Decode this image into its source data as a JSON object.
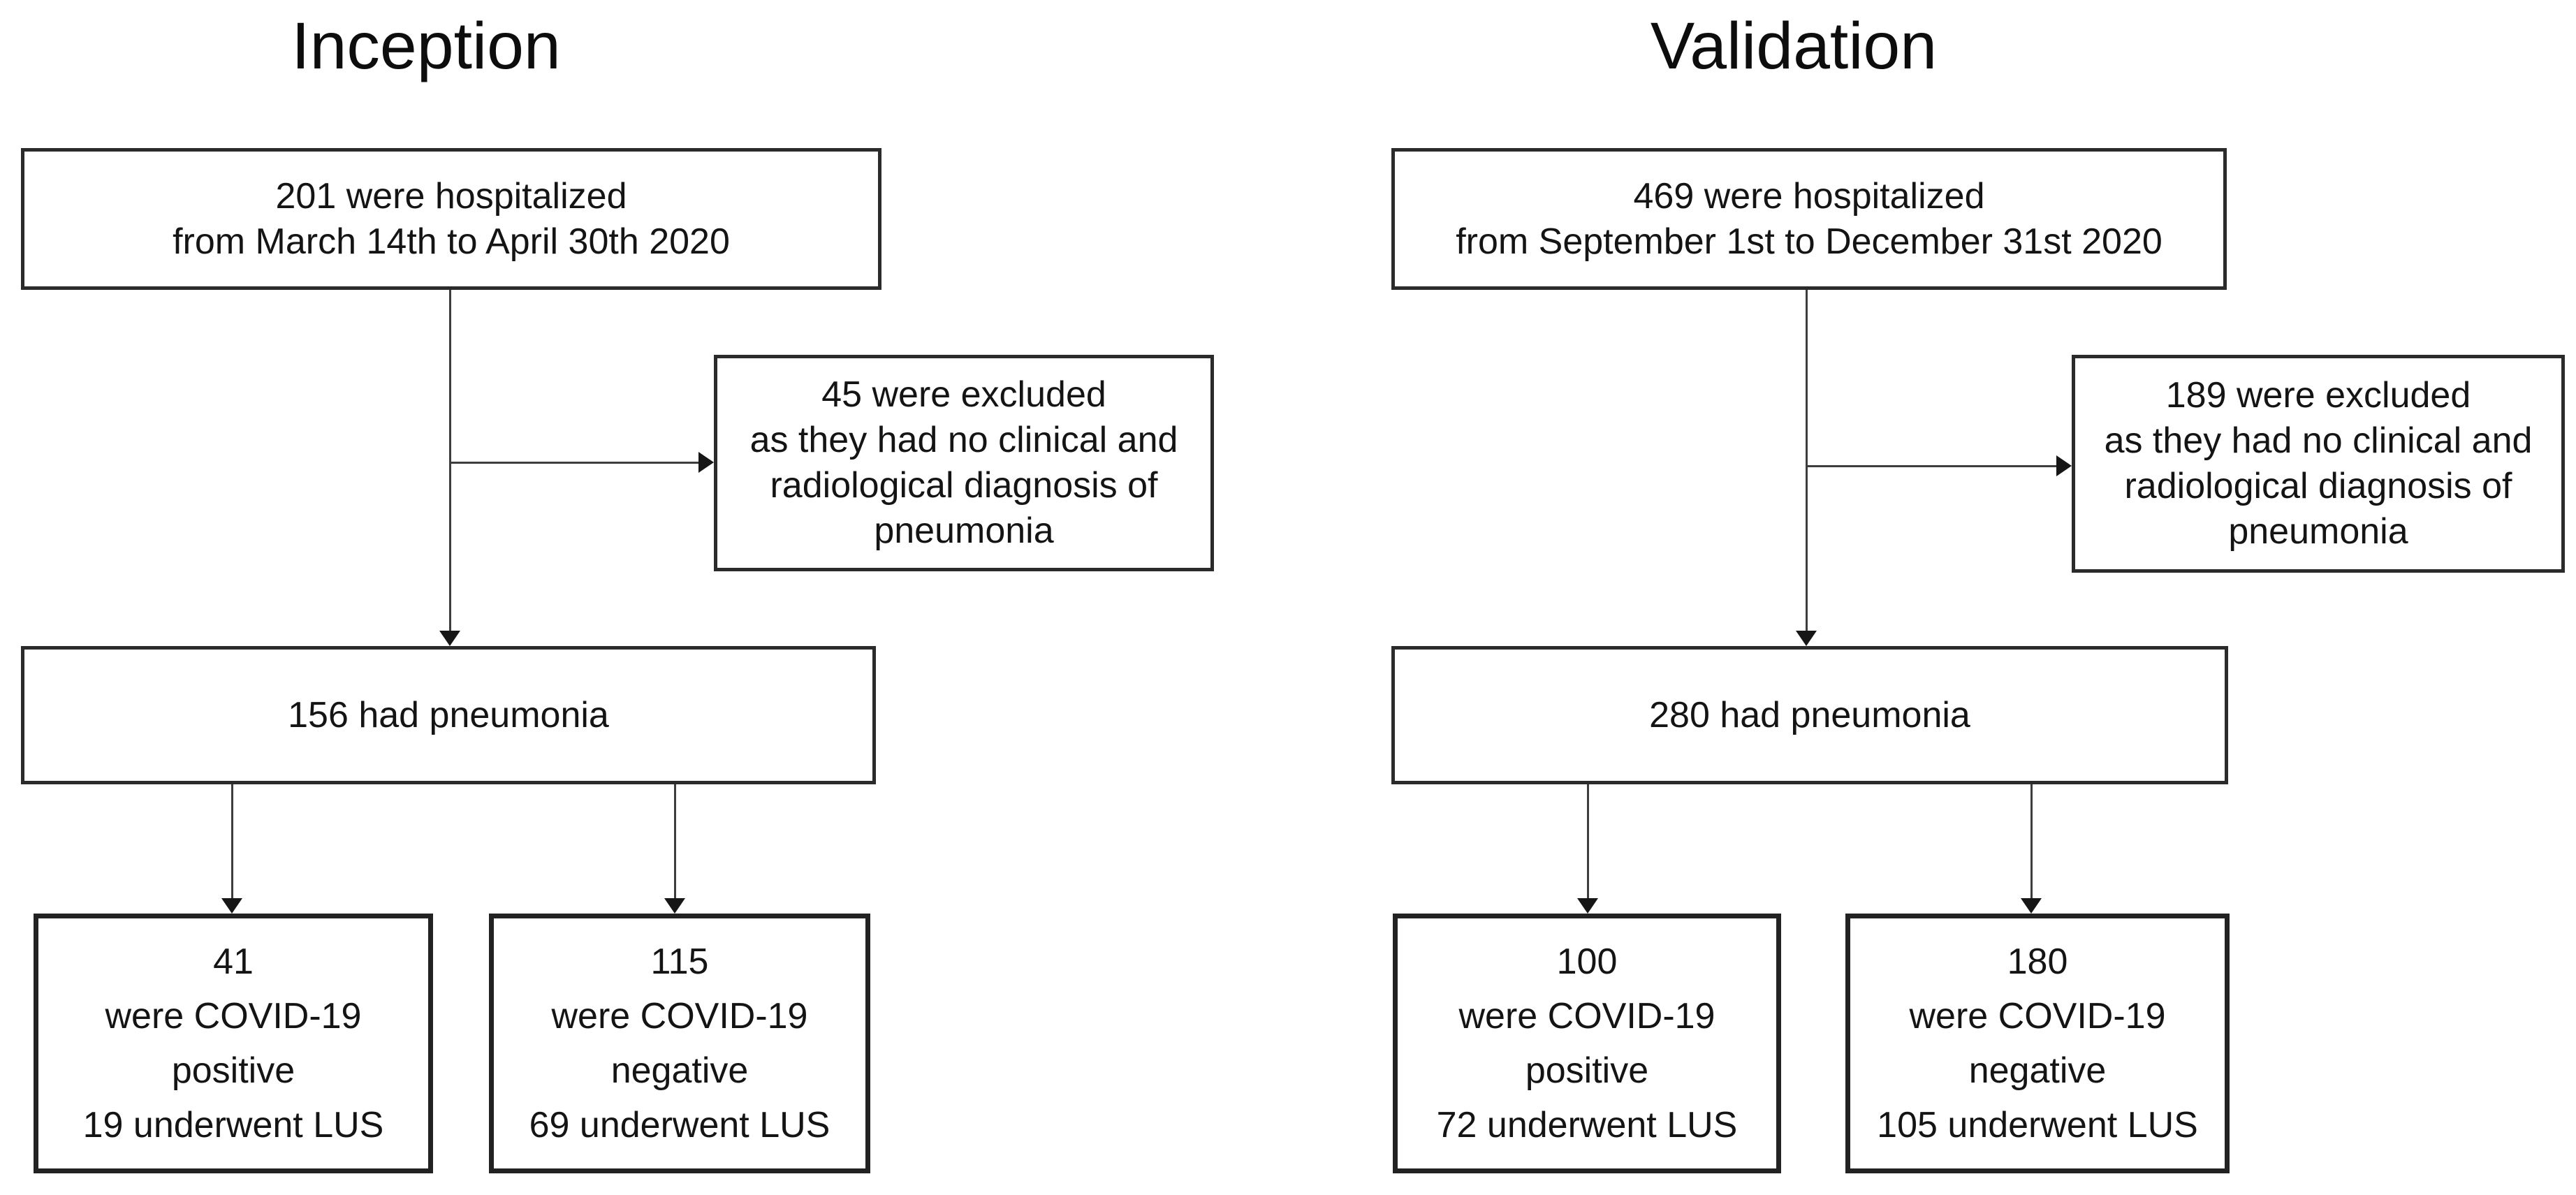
{
  "figure": {
    "inception": {
      "title": "Inception",
      "hospitalized": "201 were  hospitalized\nfrom March 14th to April 30th 2020",
      "excluded": "45 were excluded\nas they had no clinical and\nradiological diagnosis of\npneumonia",
      "pneumonia": "156 had pneumonia",
      "covid_positive": "41\nwere COVID-19\npositive\n19 underwent LUS",
      "covid_negative": "115\nwere COVID-19\nnegative\n69 underwent LUS"
    },
    "validation": {
      "title": "Validation",
      "hospitalized": "469 were  hospitalized\nfrom September 1st to December 31st 2020",
      "excluded": "189 were excluded\nas they had no clinical and\nradiological diagnosis of\npneumonia",
      "pneumonia": "280 had pneumonia",
      "covid_positive": "100\nwere COVID-19\npositive\n72 underwent LUS",
      "covid_negative": "180\nwere COVID-19\nnegative\n105 underwent LUS"
    }
  }
}
